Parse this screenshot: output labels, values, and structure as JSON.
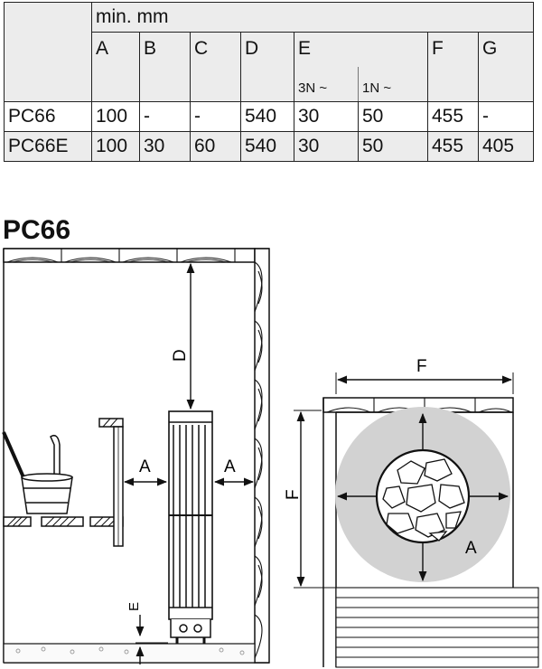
{
  "table": {
    "unit_header": "min. mm",
    "columns": [
      "A",
      "B",
      "C",
      "D",
      "E",
      "F",
      "G"
    ],
    "e_subcolumns": [
      "3N ~",
      "1N ~"
    ],
    "rows": [
      {
        "model": "PC66",
        "values": [
          "100",
          "-",
          "-",
          "540",
          "30",
          "50",
          "455",
          "-"
        ]
      },
      {
        "model": "PC66E",
        "values": [
          "100",
          "30",
          "60",
          "540",
          "30",
          "50",
          "455",
          "405"
        ]
      }
    ]
  },
  "figure": {
    "title": "PC66",
    "side_labels": {
      "d": "D",
      "a_left": "A",
      "a_right": "A",
      "e": "E"
    },
    "top_labels": {
      "f_top": "F",
      "f_side": "F",
      "a_zone": "A"
    }
  },
  "colors": {
    "line": "#111111",
    "table_shade": "#ececec",
    "clearance_zone": "#d2d2d2"
  }
}
